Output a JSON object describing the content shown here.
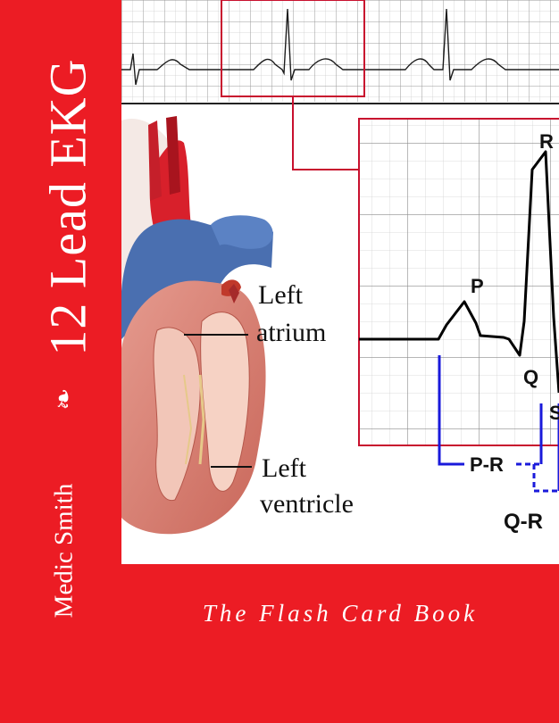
{
  "colors": {
    "cover_red": "#ec1c24",
    "text": "#ffffff",
    "ekg_box": "#c8102e",
    "interval_blue": "#1a1adb"
  },
  "spine": {
    "title": "12 Lead EKG",
    "ornament": "❧",
    "author": "Medic Smith"
  },
  "illustration": {
    "heart_labels": {
      "atrium_line1": "Left",
      "atrium_line2": "atrium",
      "ventricle_line1": "Left",
      "ventricle_line2": "ventricle"
    },
    "waveform_labels": {
      "p": "P",
      "q": "Q",
      "r": "R",
      "s": "S",
      "pr_interval": "P-R",
      "qrs_interval": "Q-R"
    }
  },
  "subtitle": "The Flash Card Book"
}
